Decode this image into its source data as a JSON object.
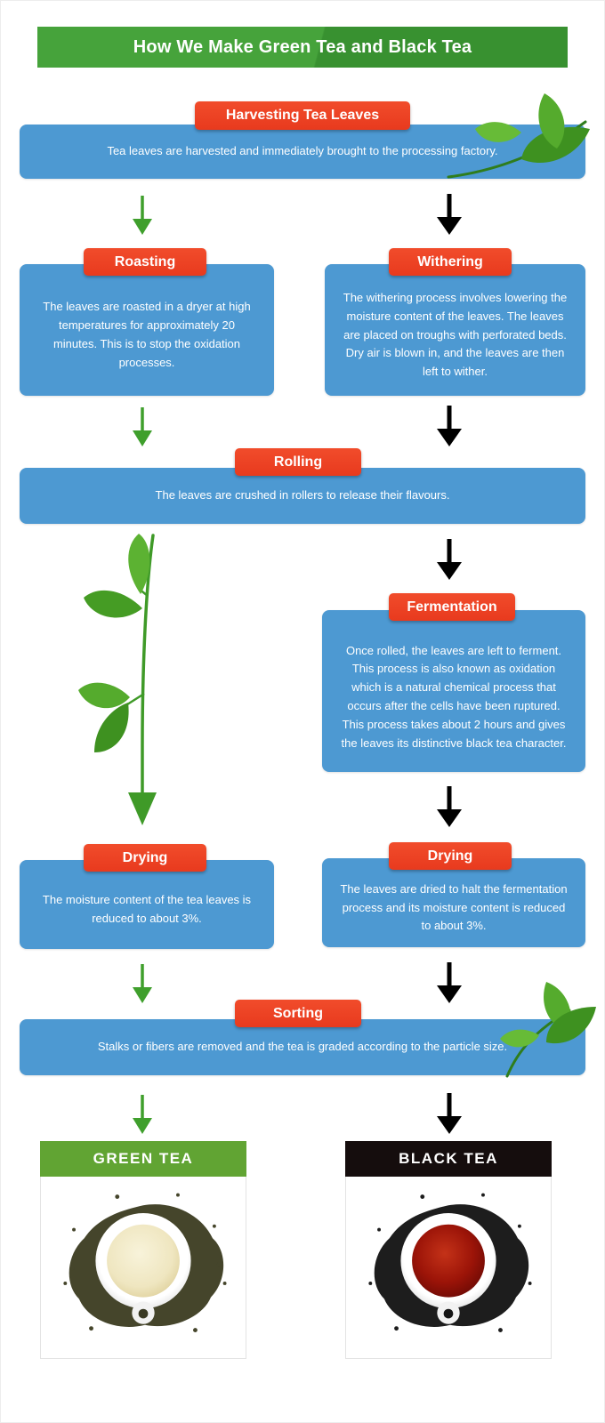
{
  "title": "How We Make Green Tea and Black Tea",
  "steps": {
    "harvesting": {
      "label": "Harvesting Tea Leaves",
      "text": "Tea leaves are harvested and immediately brought to the processing factory."
    },
    "roasting": {
      "label": "Roasting",
      "text": "The leaves are roasted in a dryer at high temperatures for approximately 20 minutes. This is to stop the oxidation processes."
    },
    "withering": {
      "label": "Withering",
      "text": "The withering process involves lowering the moisture content of the leaves. The leaves are placed on troughs with perforated beds. Dry air is blown in, and the leaves are then left to wither."
    },
    "rolling": {
      "label": "Rolling",
      "text": "The leaves are crushed in rollers to release their flavours."
    },
    "fermentation": {
      "label": "Fermentation",
      "text": "Once rolled, the leaves are left to ferment. This process is also known as oxidation which is a natural chemical process that occurs after the cells have been ruptured. This process takes about 2 hours and gives the leaves its distinctive black tea character."
    },
    "drying_green": {
      "label": "Drying",
      "text": "The moisture content of the tea leaves is reduced to about 3%."
    },
    "drying_black": {
      "label": "Drying",
      "text": "The leaves are dried to halt the fermentation process and its moisture content is reduced to about 3%."
    },
    "sorting": {
      "label": "Sorting",
      "text": "Stalks or fibers are removed and the tea is graded according to the particle size."
    }
  },
  "results": {
    "green": {
      "label": "GREEN TEA"
    },
    "black": {
      "label": "BLACK TEA"
    }
  },
  "colors": {
    "banner_green": "#3e9b35",
    "badge_red": "#ee4126",
    "box_blue": "#4d99d2",
    "arrow_green": "#3f9f2c",
    "arrow_black": "#000000",
    "green_tea_banner": "#61a433",
    "black_tea_banner": "#150d0d",
    "green_tea_liquid": "#f2ead0",
    "black_tea_liquid": "#8c1008"
  }
}
